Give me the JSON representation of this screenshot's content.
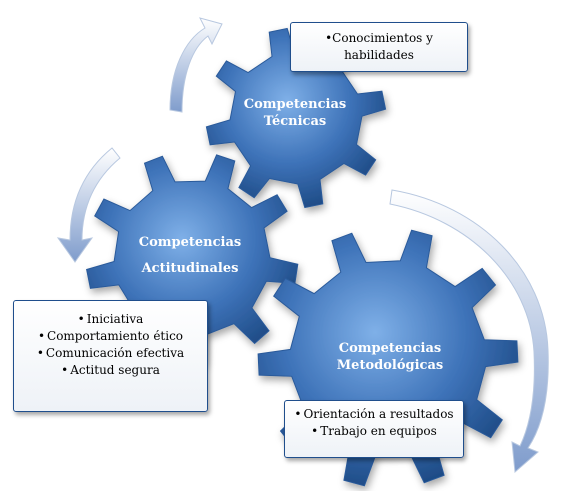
{
  "gears": {
    "tecnicas": {
      "line1": "Competencias",
      "line2": "Técnicas"
    },
    "actitudinales": {
      "line1": "Competencias",
      "line2": "Actitudinales"
    },
    "metodologicas": {
      "line1": "Competencias",
      "line2": "Metodológicas"
    }
  },
  "callouts": {
    "tecnicas": {
      "items": [
        "•Conocimientos y",
        "habilidades"
      ]
    },
    "actitudinales": {
      "items": [
        "Iniciativa",
        "Comportamiento ético",
        "Comunicación efectiva",
        "Actitud segura"
      ]
    },
    "metodologicas": {
      "items": [
        "Orientación a resultados",
        "Trabajo en equipos"
      ]
    }
  },
  "colors": {
    "gear_light": "#6a9ad6",
    "gear_dark": "#1d4f94",
    "arrow": "#9fb6d8",
    "border": "#1f4e8c"
  }
}
